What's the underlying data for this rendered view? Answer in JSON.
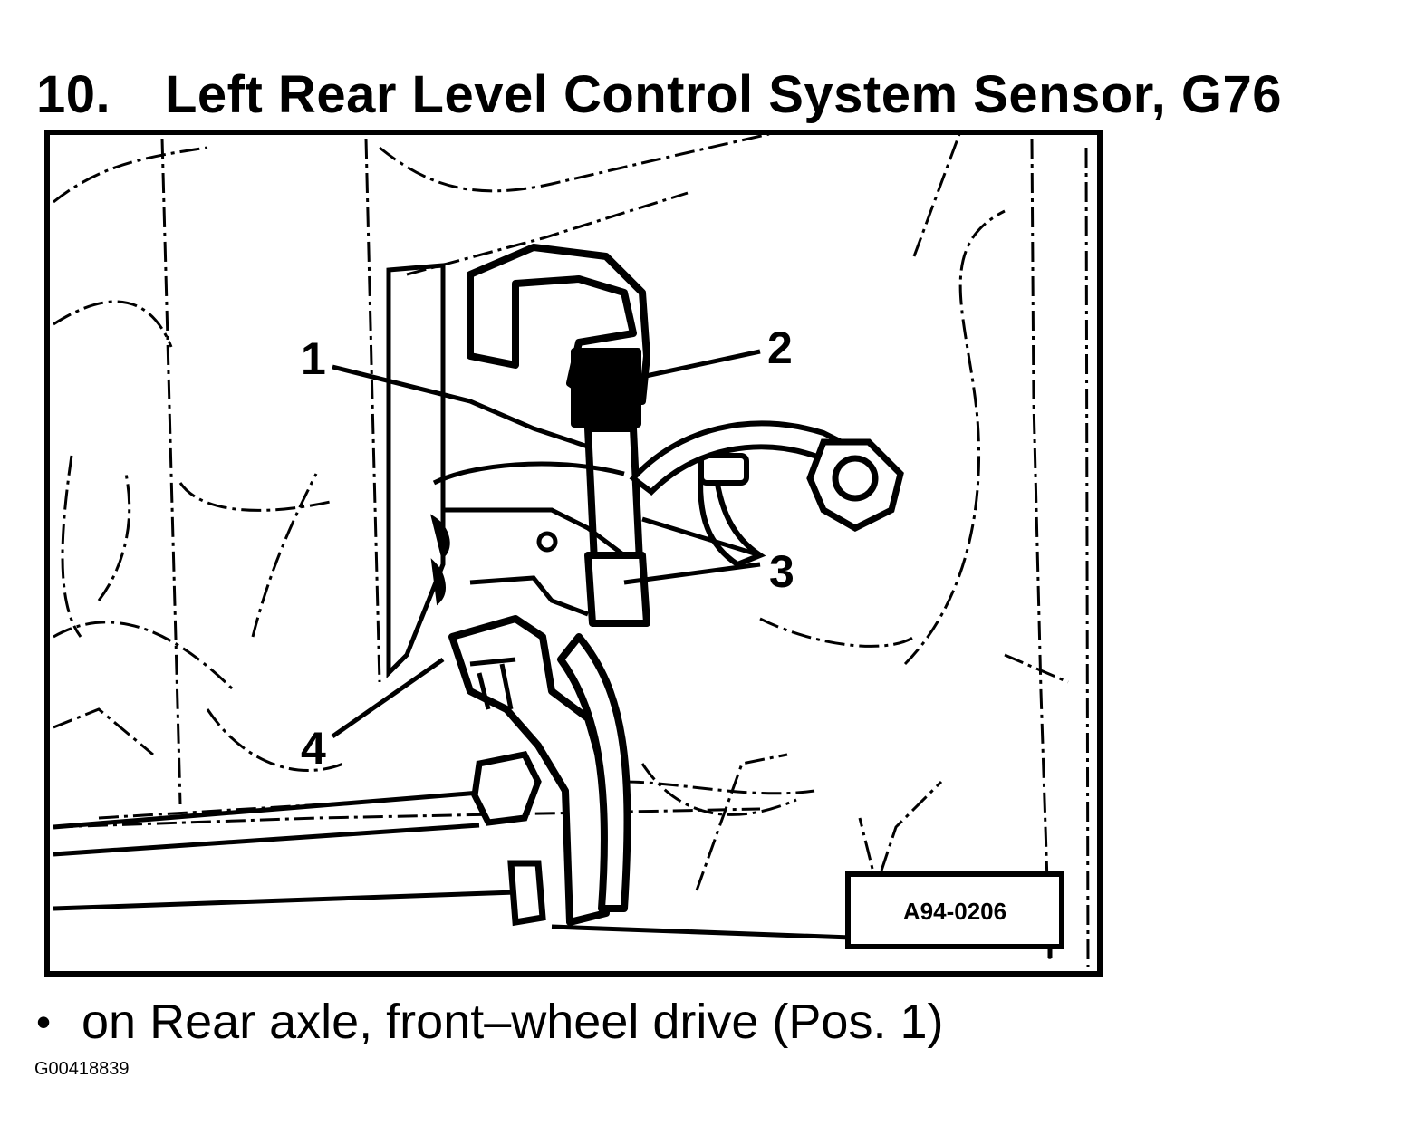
{
  "heading": {
    "number": "10.",
    "title": "Left Rear Level Control System Sensor, G76"
  },
  "figure": {
    "callouts": [
      "1",
      "2",
      "3",
      "4"
    ],
    "reference_code": "A94-0206"
  },
  "caption": {
    "bullet": "•",
    "text": "on Rear axle, front–wheel drive (Pos. 1)"
  },
  "figure_id": "G00418839"
}
